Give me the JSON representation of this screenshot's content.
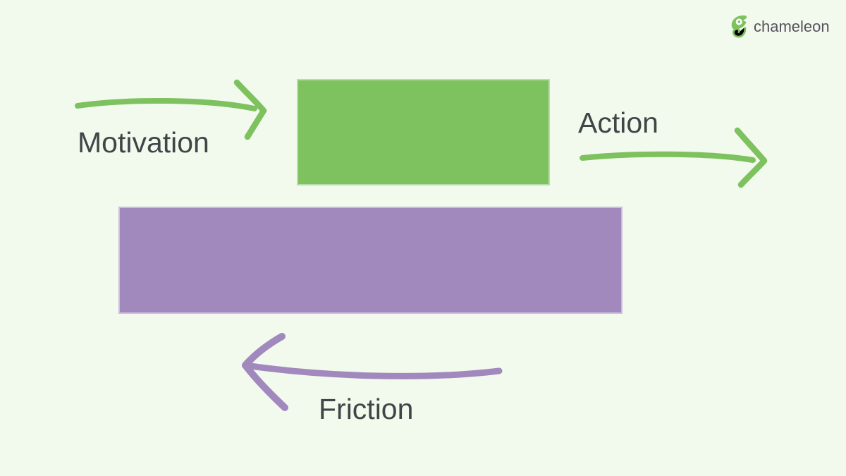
{
  "brand": {
    "name": "chameleon",
    "icon": "chameleon-icon"
  },
  "diagram": {
    "motivation_label": "Motivation",
    "action_label": "Action",
    "friction_label": "Friction",
    "bars": [
      {
        "name": "motivation-bar",
        "color_key": "green"
      },
      {
        "name": "friction-bar",
        "color_key": "purple"
      }
    ],
    "arrows": [
      {
        "name": "motivation-arrow",
        "direction": "right",
        "color_key": "green"
      },
      {
        "name": "action-arrow",
        "direction": "right",
        "color_key": "green"
      },
      {
        "name": "friction-arrow",
        "direction": "left",
        "color_key": "purple"
      }
    ]
  },
  "colors": {
    "background": "#F2FAEE",
    "green": "#7EC15F",
    "purple": "#A189BE",
    "label_text": "#414548",
    "brand_text": "#56525D"
  }
}
